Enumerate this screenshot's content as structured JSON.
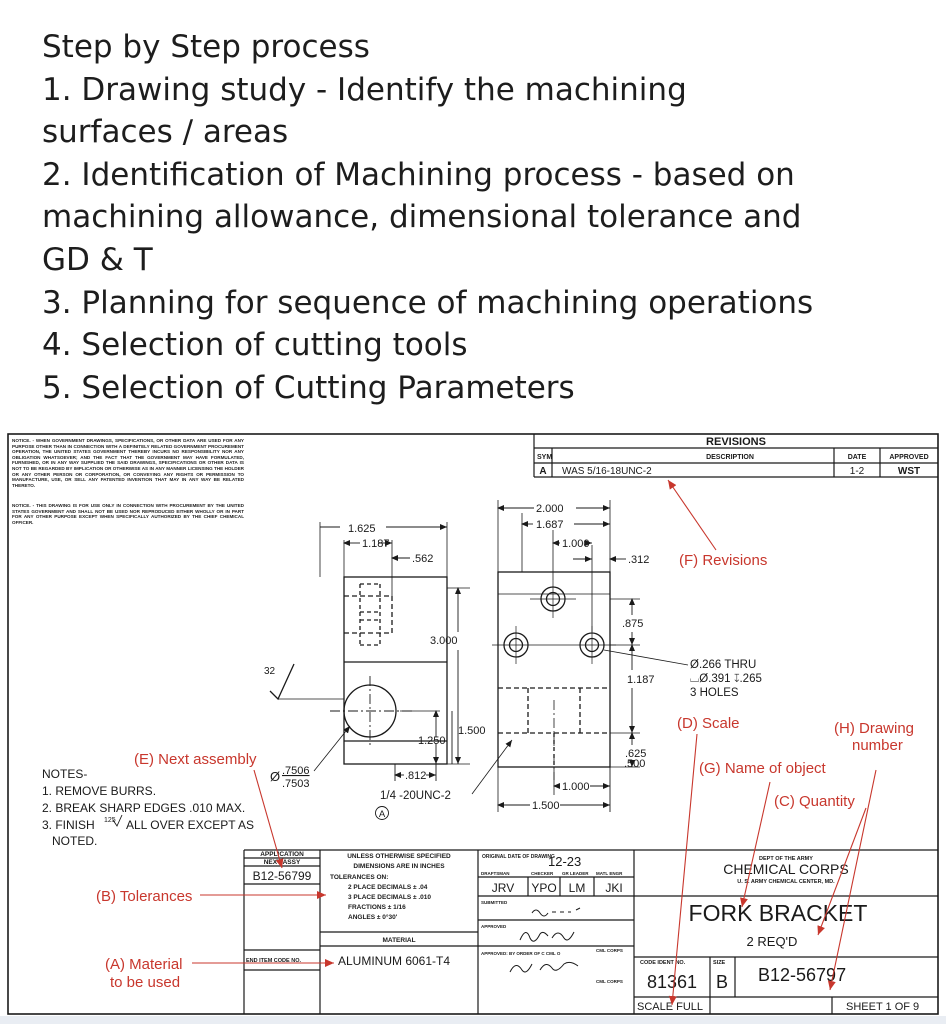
{
  "header": {
    "lines": [
      "Step by Step process",
      "1. Drawing study - Identify the machining",
      "surfaces / areas",
      "2. Identification of Machining process - based on",
      "machining allowance, dimensional tolerance and",
      "GD & T",
      "3. Planning for sequence of machining operations",
      "4. Selection of cutting tools",
      "5. Selection of Cutting Parameters"
    ]
  },
  "drawing": {
    "notice1": "NOTICE. - WHEN GOVERNMENT DRAWINGS, SPECIFICATIONS, OR OTHER DATA ARE USED FOR ANY PURPOSE OTHER THAN IN CONNECTION WITH A DEFINITELY RELATED GOVERNMENT PROCUREMENT OPERATION, THE UNITED STATES GOVERNMENT THEREBY INCURS NO RESPONSIBILITY NOR ANY OBLIGATION WHATSOEVER; AND THE FACT THAT THE GOVERNMENT MAY HAVE FORMULATED, FURNISHED, OR IN ANY WAY SUPPLIED THE SAID DRAWINGS, SPECIFICATIONS OR OTHER DATA IS NOT TO BE REGARDED BY IMPLICATION OR OTHERWISE AS IN ANY MANNER LICENSING THE HOLDER OR ANY OTHER PERSON OR CORPORATION, OR CONVEYING ANY RIGHTS OR PERMISSION TO MANUFACTURE, USE, OR SELL ANY PATENTED INVENTION THAT MAY IN ANY WAY BE RELATED THERETO.",
    "notice2": "NOTICE. - THIS DRAWING IS FOR USE ONLY IN CONNECTION WITH PROCUREMENT BY THE UNITED STATES GOVERNMENT AND SHALL NOT BE USED NOR REPRODUCED EITHER WHOLLY OR IN PART FOR ANY OTHER PURPOSE EXCEPT WHEN SPECIFICALLY AUTHORIZED BY THE CHIEF CHEMICAL OFFICER.",
    "revisions": {
      "title": "REVISIONS",
      "col_sym": "SYM",
      "col_desc": "DESCRIPTION",
      "col_date": "DATE",
      "col_approved": "APPROVED",
      "row_sym": "A",
      "row_desc": "WAS 5/16-18UNC-2",
      "row_date": "1-2",
      "row_approved": "WST"
    },
    "dims": {
      "d1625": "1.625",
      "d1187a": "1.187",
      "d562": ".562",
      "d2000": "2.000",
      "d1687": "1.687",
      "d1000a": "1.000",
      "d312": ".312",
      "d875": ".875",
      "d3000": "3.000",
      "d32": "32",
      "d1187b": "1.187",
      "d1500a": "1.500",
      "d1250": "1.250",
      "d625": ".625",
      "d500": ".500",
      "d812": ".812",
      "bore_dia": "Ø",
      "bore_hi": ".7506",
      "bore_lo": ".7503",
      "d1000b": "1.000",
      "d1500b": "1.500",
      "thread": "1/4 -20UNC-2",
      "thread_rev": "A",
      "hole1": "Ø.266 THRU",
      "hole2": "⌴Ø.391 ↧.265",
      "hole3": "3 HOLES"
    },
    "notes": {
      "title": "NOTES-",
      "n1": "1. REMOVE BURRS.",
      "n2": "2. BREAK SHARP EDGES .010 MAX.",
      "n3a": "3. FINISH",
      "n3sup": "125",
      "n3b": "ALL OVER EXCEPT AS",
      "n3c": "NOTED."
    },
    "title_block": {
      "application": "APPLICATION",
      "next_assy": "NEXT ASSY",
      "next_assy_no": "B12-56799",
      "unless1": "UNLESS OTHERWISE SPECIFIED",
      "unless2": "DIMENSIONS ARE IN INCHES",
      "tol_on": "TOLERANCES ON:",
      "tol1": "2 PLACE DECIMALS ± .04",
      "tol2": "3 PLACE DECIMALS ± .010",
      "tol3": "FRACTIONS ± 1/16",
      "tol4": "ANGLES ± 0°30'",
      "material_label": "MATERIAL",
      "material": "ALUMINUM 6061-T4",
      "end_item": "END ITEM CODE NO.",
      "orig_date_label": "ORIGINAL DATE OF DRAWING",
      "orig_date": "12-23",
      "draftsman": "DRAFTSMAN",
      "checker": "CHECKER",
      "grleader": "GR LEADER",
      "matlengr": "MATL ENGR",
      "sig1": "JRV",
      "sig2": "YPO",
      "sig3": "LM",
      "sig4": "JKI",
      "submitted": "SUBMITTED",
      "approved": "APPROVED",
      "cml1": "CML CORPS",
      "approved_by": "APPROVED: BY ORDER OF C CML O",
      "cml2": "CML CORPS",
      "dept": "DEPT OF THE ARMY",
      "corps": "CHEMICAL CORPS",
      "center": "U. S. ARMY CHEMICAL CENTER, MD.",
      "object_name": "FORK BRACKET",
      "quantity": "2 REQ'D",
      "code_ident_label": "CODE IDENT NO.",
      "size_label": "SIZE",
      "code_ident": "81361",
      "size": "B",
      "drawing_number": "B12-56797",
      "scale": "SCALE FULL",
      "sheet": "SHEET 1 OF 9"
    },
    "callouts": {
      "f": "(F) Revisions",
      "d": "(D) Scale",
      "h1": "(H) Drawing",
      "h2": "number",
      "g": "(G) Name of object",
      "c": "(C) Quantity",
      "e": "(E) Next assembly",
      "b": "(B) Tolerances",
      "a1": "(A) Material",
      "a2": "to be used"
    }
  },
  "colors": {
    "callout": "#c8372d",
    "ink": "#1a1a1a",
    "bottom_band": "#e9edf3"
  }
}
